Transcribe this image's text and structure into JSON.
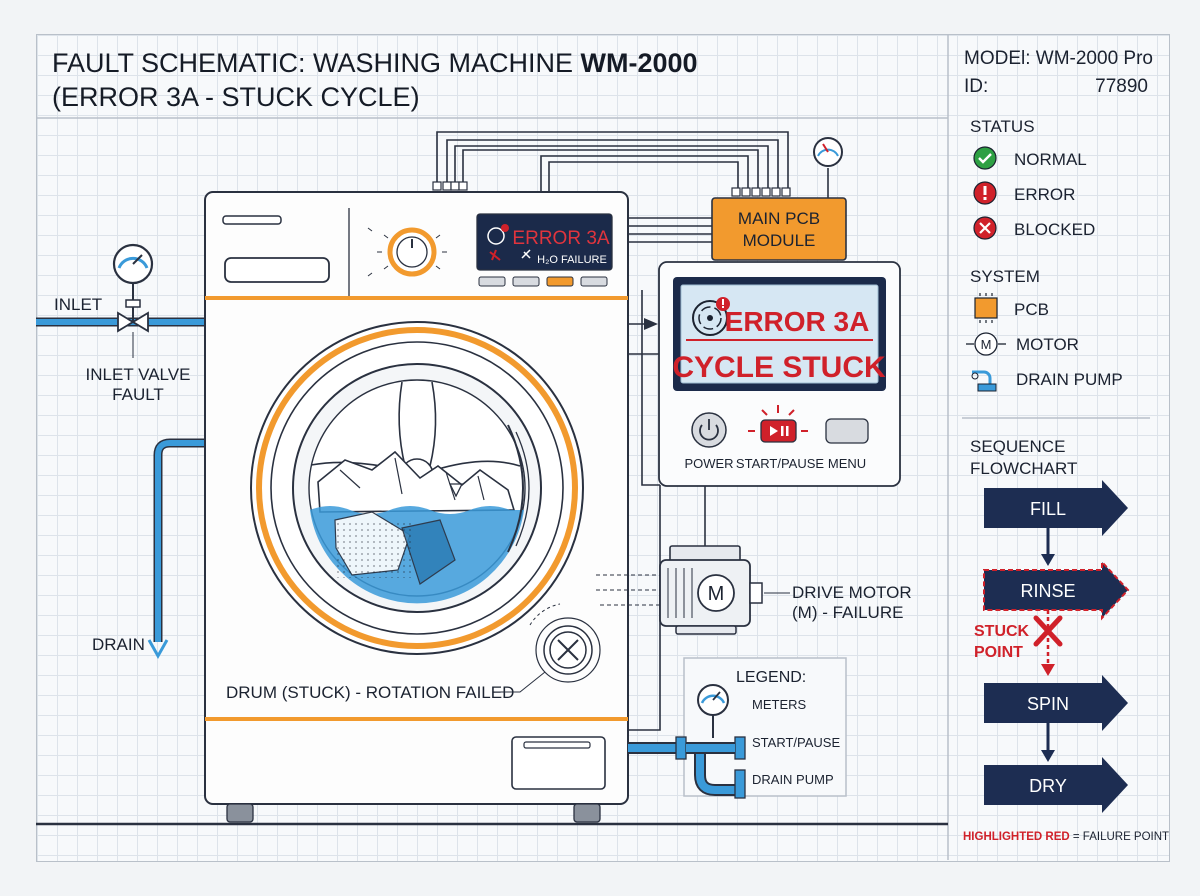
{
  "title": {
    "line1_prefix": "FAULT SCHEMATIC: WASHING MACHINE ",
    "line1_bold": "WM-2000",
    "line2": "(ERROR 3A - STUCK CYCLE)"
  },
  "model_info": {
    "model_label": "MODEl: WM-2000 Pro",
    "id_label": "ID:",
    "id_value": "77890"
  },
  "status_legend": {
    "heading": "STATUS",
    "items": [
      {
        "label": "NORMAL",
        "color": "#2ea043",
        "icon": "check-circle-icon"
      },
      {
        "label": "ERROR",
        "color": "#d0212a",
        "icon": "exclamation-circle-icon"
      },
      {
        "label": "BLOCKED",
        "color": "#d0212a",
        "icon": "x-circle-icon"
      }
    ]
  },
  "system_legend": {
    "heading": "SYSTEM",
    "items": [
      {
        "label": "PCB",
        "icon": "pcb-icon"
      },
      {
        "label": "MOTOR",
        "icon": "motor-icon"
      },
      {
        "label": "DRAIN PUMP",
        "icon": "drain-pump-icon"
      }
    ]
  },
  "flowchart": {
    "heading_line1": "SEQUENCE",
    "heading_line2": "FLOWCHART",
    "steps": [
      {
        "label": "FILL",
        "state": "normal"
      },
      {
        "label": "RINSE",
        "state": "failed"
      },
      {
        "label": "SPIN",
        "state": "normal"
      },
      {
        "label": "DRY",
        "state": "normal"
      }
    ],
    "stuck_line1": "STUCK",
    "stuck_line2": "POINT",
    "note_red": "HIGHLIGHTED RED",
    "note_rest": " = FAILURE POINT"
  },
  "machine": {
    "small_display_error": "ERROR 3A",
    "small_display_sub": "H₂O FAILURE"
  },
  "pcb": {
    "line1": "MAIN PCB",
    "line2": "MODULE"
  },
  "control_panel": {
    "error_line1": "ERROR 3A",
    "error_line2": "CYCLE STUCK",
    "power_label": "POWER",
    "start_label": "START/PAUSE",
    "menu_label": "MENU"
  },
  "callouts": {
    "inlet": "INLET",
    "inlet_valve_line1": "INLET VALVE",
    "inlet_valve_line2": "FAULT",
    "drain": "DRAIN",
    "drum": "DRUM (STUCK) - ROTATION FAILED",
    "motor_line1": "DRIVE MOTOR",
    "motor_line2": "(M) - FAILURE",
    "motor_symbol": "M"
  },
  "legend_box": {
    "heading": "LEGEND:",
    "items": [
      "METERS",
      "START/PAUSE",
      "DRAIN PUMP"
    ]
  },
  "colors": {
    "accent_orange": "#f29a2e",
    "error_red": "#d0212a",
    "water_blue": "#3a9ad9",
    "navy": "#1d2d52"
  }
}
